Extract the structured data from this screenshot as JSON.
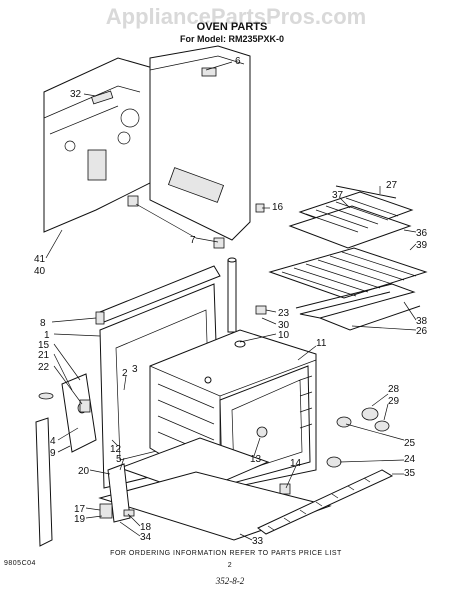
{
  "watermark": "AppliancePartsPros.com",
  "header": {
    "title": "OVEN PARTS",
    "model": "For Model: RM235PXK-0"
  },
  "footer": {
    "left_code": "9805C04",
    "note": "FOR ORDERING INFORMATION REFER TO PARTS PRICE LIST",
    "page": "2",
    "handwritten": "352-8-2"
  },
  "callouts": [
    "32",
    "6",
    "27",
    "37",
    "16",
    "7",
    "36",
    "39",
    "41",
    "40",
    "8",
    "23",
    "30",
    "10",
    "38",
    "26",
    "1",
    "15",
    "21",
    "22",
    "11",
    "2",
    "3",
    "28",
    "29",
    "4",
    "9",
    "12",
    "5",
    "13",
    "25",
    "24",
    "14",
    "35",
    "20",
    "17",
    "19",
    "18",
    "34",
    "33"
  ]
}
